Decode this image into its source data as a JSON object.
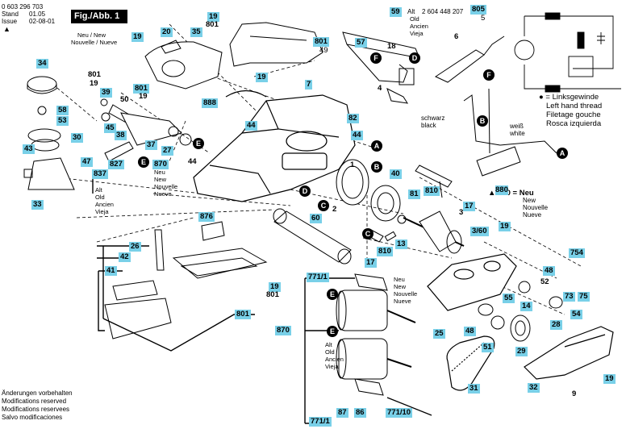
{
  "header": {
    "code": "0 603 296 703",
    "stand_label": "Stand",
    "stand_value": "01.05",
    "issue_label": "Issue",
    "issue_value": "02-08-01",
    "triangle": "▲",
    "fig_title": "Fig./Abb. 1"
  },
  "new_note": [
    "Neu / New",
    "Nouvelle / Nueve"
  ],
  "alt_note": {
    "prefix": "Alt",
    "number": "2 604 448 207",
    "lines": [
      "Old",
      "Ancien",
      "Vieja"
    ]
  },
  "legend": {
    "bullet_line": "● = Linksgewinde",
    "lines": [
      "Left hand thread",
      "Filetage gouche",
      "Rosca izquierda"
    ],
    "new_marker": "▲ 880 = Neu",
    "new_lines": [
      "New",
      "Nouvelle",
      "Nueve"
    ]
  },
  "wire_colors": {
    "black": [
      "schwarz",
      "black"
    ],
    "white": [
      "weiß",
      "white"
    ]
  },
  "footer": [
    "Änderungen vorbehalten",
    "Modifications reserved",
    "Modifications reservees",
    "Salvo modificaciones"
  ],
  "parts": {
    "p19a": "19",
    "p801a": "801",
    "p20": "20",
    "p35": "35",
    "p19b": "19",
    "p801b": "801",
    "p49": "49",
    "p34": "34",
    "p801c": "801",
    "p19c": "19",
    "p39": "39",
    "p801d": "801",
    "p19d": "19",
    "p50": "50",
    "p58": "58",
    "p53": "53",
    "p45": "45",
    "p38": "38",
    "p30": "30",
    "p43": "43",
    "p47": "47",
    "p37": "37",
    "p27": "27",
    "p870a": "870",
    "p827": "827",
    "p837": "837",
    "p33": "33",
    "p44a": "44",
    "p888": "888",
    "p19e": "19",
    "p7": "7",
    "p44b": "44",
    "p82": "82",
    "p44c": "44",
    "p59": "59",
    "p57": "57",
    "p18": "18",
    "p4": "4",
    "p805": "805",
    "p5": "5",
    "p6": "6",
    "p880": "880",
    "p876": "876",
    "p26": "26",
    "p42": "42",
    "p41": "41",
    "p801e": "801",
    "p19f": "19",
    "p801f": "801",
    "p60": "60",
    "p2": "2",
    "p1": "1",
    "p40": "40",
    "p81": "81",
    "p810a": "810",
    "p810b": "810",
    "p3": "3",
    "p17a": "17",
    "p17b": "17",
    "p13": "13",
    "p19g": "19",
    "p3_60": "3/60",
    "p754": "754",
    "p48a": "48",
    "p52": "52",
    "p14": "14",
    "p73": "73",
    "p75": "75",
    "p55": "55",
    "p54": "54",
    "p28": "28",
    "p771_1a": "771/1",
    "p870b": "870",
    "p25": "25",
    "p48b": "48",
    "p51": "51",
    "p29": "29",
    "p19h": "19",
    "p31": "31",
    "p32": "32",
    "p9": "9",
    "p87": "87",
    "p86": "86",
    "p771_1b": "771/1",
    "p771_10": "771/10"
  },
  "callouts": [
    "A",
    "B",
    "C",
    "D",
    "E",
    "F"
  ]
}
